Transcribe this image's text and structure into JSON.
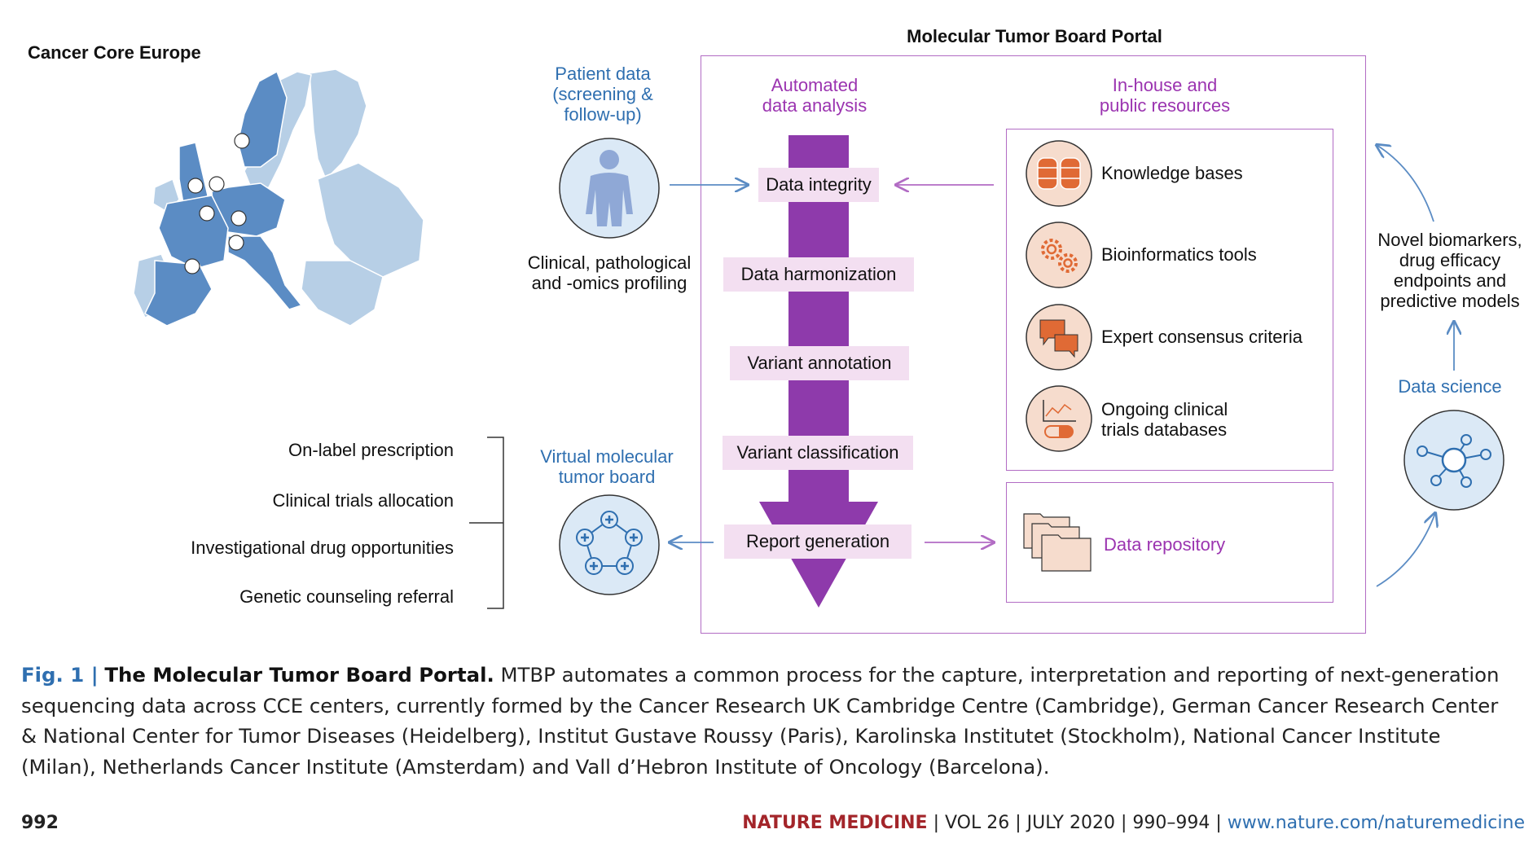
{
  "map": {
    "title": "Cancer Core Europe"
  },
  "portal": {
    "title": "Molecular Tumor Board Portal",
    "analysis_title": "Automated data analysis",
    "analysis_lines": [
      "Automated",
      "data analysis"
    ],
    "resources_lines": [
      "In-house and",
      "public resources"
    ],
    "steps": [
      "Data integrity",
      "Data harmonization",
      "Variant annotation",
      "Variant classification",
      "Report generation"
    ],
    "resources": [
      {
        "icon": "database-icon",
        "lines": [
          "Knowledge bases"
        ]
      },
      {
        "icon": "gears-icon",
        "lines": [
          "Bioinformatics tools"
        ]
      },
      {
        "icon": "speech-bubbles-icon",
        "lines": [
          "Expert consensus criteria"
        ]
      },
      {
        "icon": "chart-pill-icon",
        "lines": [
          "Ongoing clinical",
          "trials databases"
        ]
      }
    ],
    "repository": "Data repository"
  },
  "patient": {
    "title_lines": [
      "Patient data",
      "(screening &",
      "follow-up)"
    ],
    "profiling_lines": [
      "Clinical, pathological",
      "and -omics profiling"
    ]
  },
  "vmtb": {
    "title_lines": [
      "Virtual molecular",
      "tumor board"
    ]
  },
  "outcomes": [
    "On-label prescription",
    "Clinical trials allocation",
    "Investigational drug opportunities",
    "Genetic counseling referral"
  ],
  "science": {
    "label": "Data science",
    "output_lines": [
      "Novel biomarkers,",
      "drug efficacy",
      "endpoints and",
      "predictive models"
    ]
  },
  "caption": {
    "number": "Fig. 1 |",
    "title": "The Molecular Tumor Board Portal.",
    "text": "MTBP automates a common process for the capture, interpretation and reporting of next-generation sequencing data across CCE centers, currently formed by the Cancer Research UK Cambridge Centre (Cambridge), German Cancer Research Center & National Center for Tumor Diseases (Heidelberg), Institut Gustave Roussy (Paris), Karolinska Institutet (Stockholm), National Cancer Institute (Milan), Netherlands Cancer Institute (Amsterdam) and Vall d’Hebron Institute of Oncology (Barcelona)."
  },
  "footer": {
    "page": "992",
    "journal": "NATURE MEDICINE",
    "issue": " | VOL 26 | JULY 2020 | 990–994 | ",
    "url": "www.nature.com/naturemedicine"
  },
  "colors": {
    "portal_border": "#b26cc4",
    "arrow_purple": "#8e3aab",
    "step_bg": "#f3dff1",
    "blue_text": "#2f6fb0",
    "map_dark": "#5b8cc4",
    "map_light": "#b7cfe6",
    "icon_orange": "#e06a35",
    "icon_peach": "#f6dccd"
  }
}
